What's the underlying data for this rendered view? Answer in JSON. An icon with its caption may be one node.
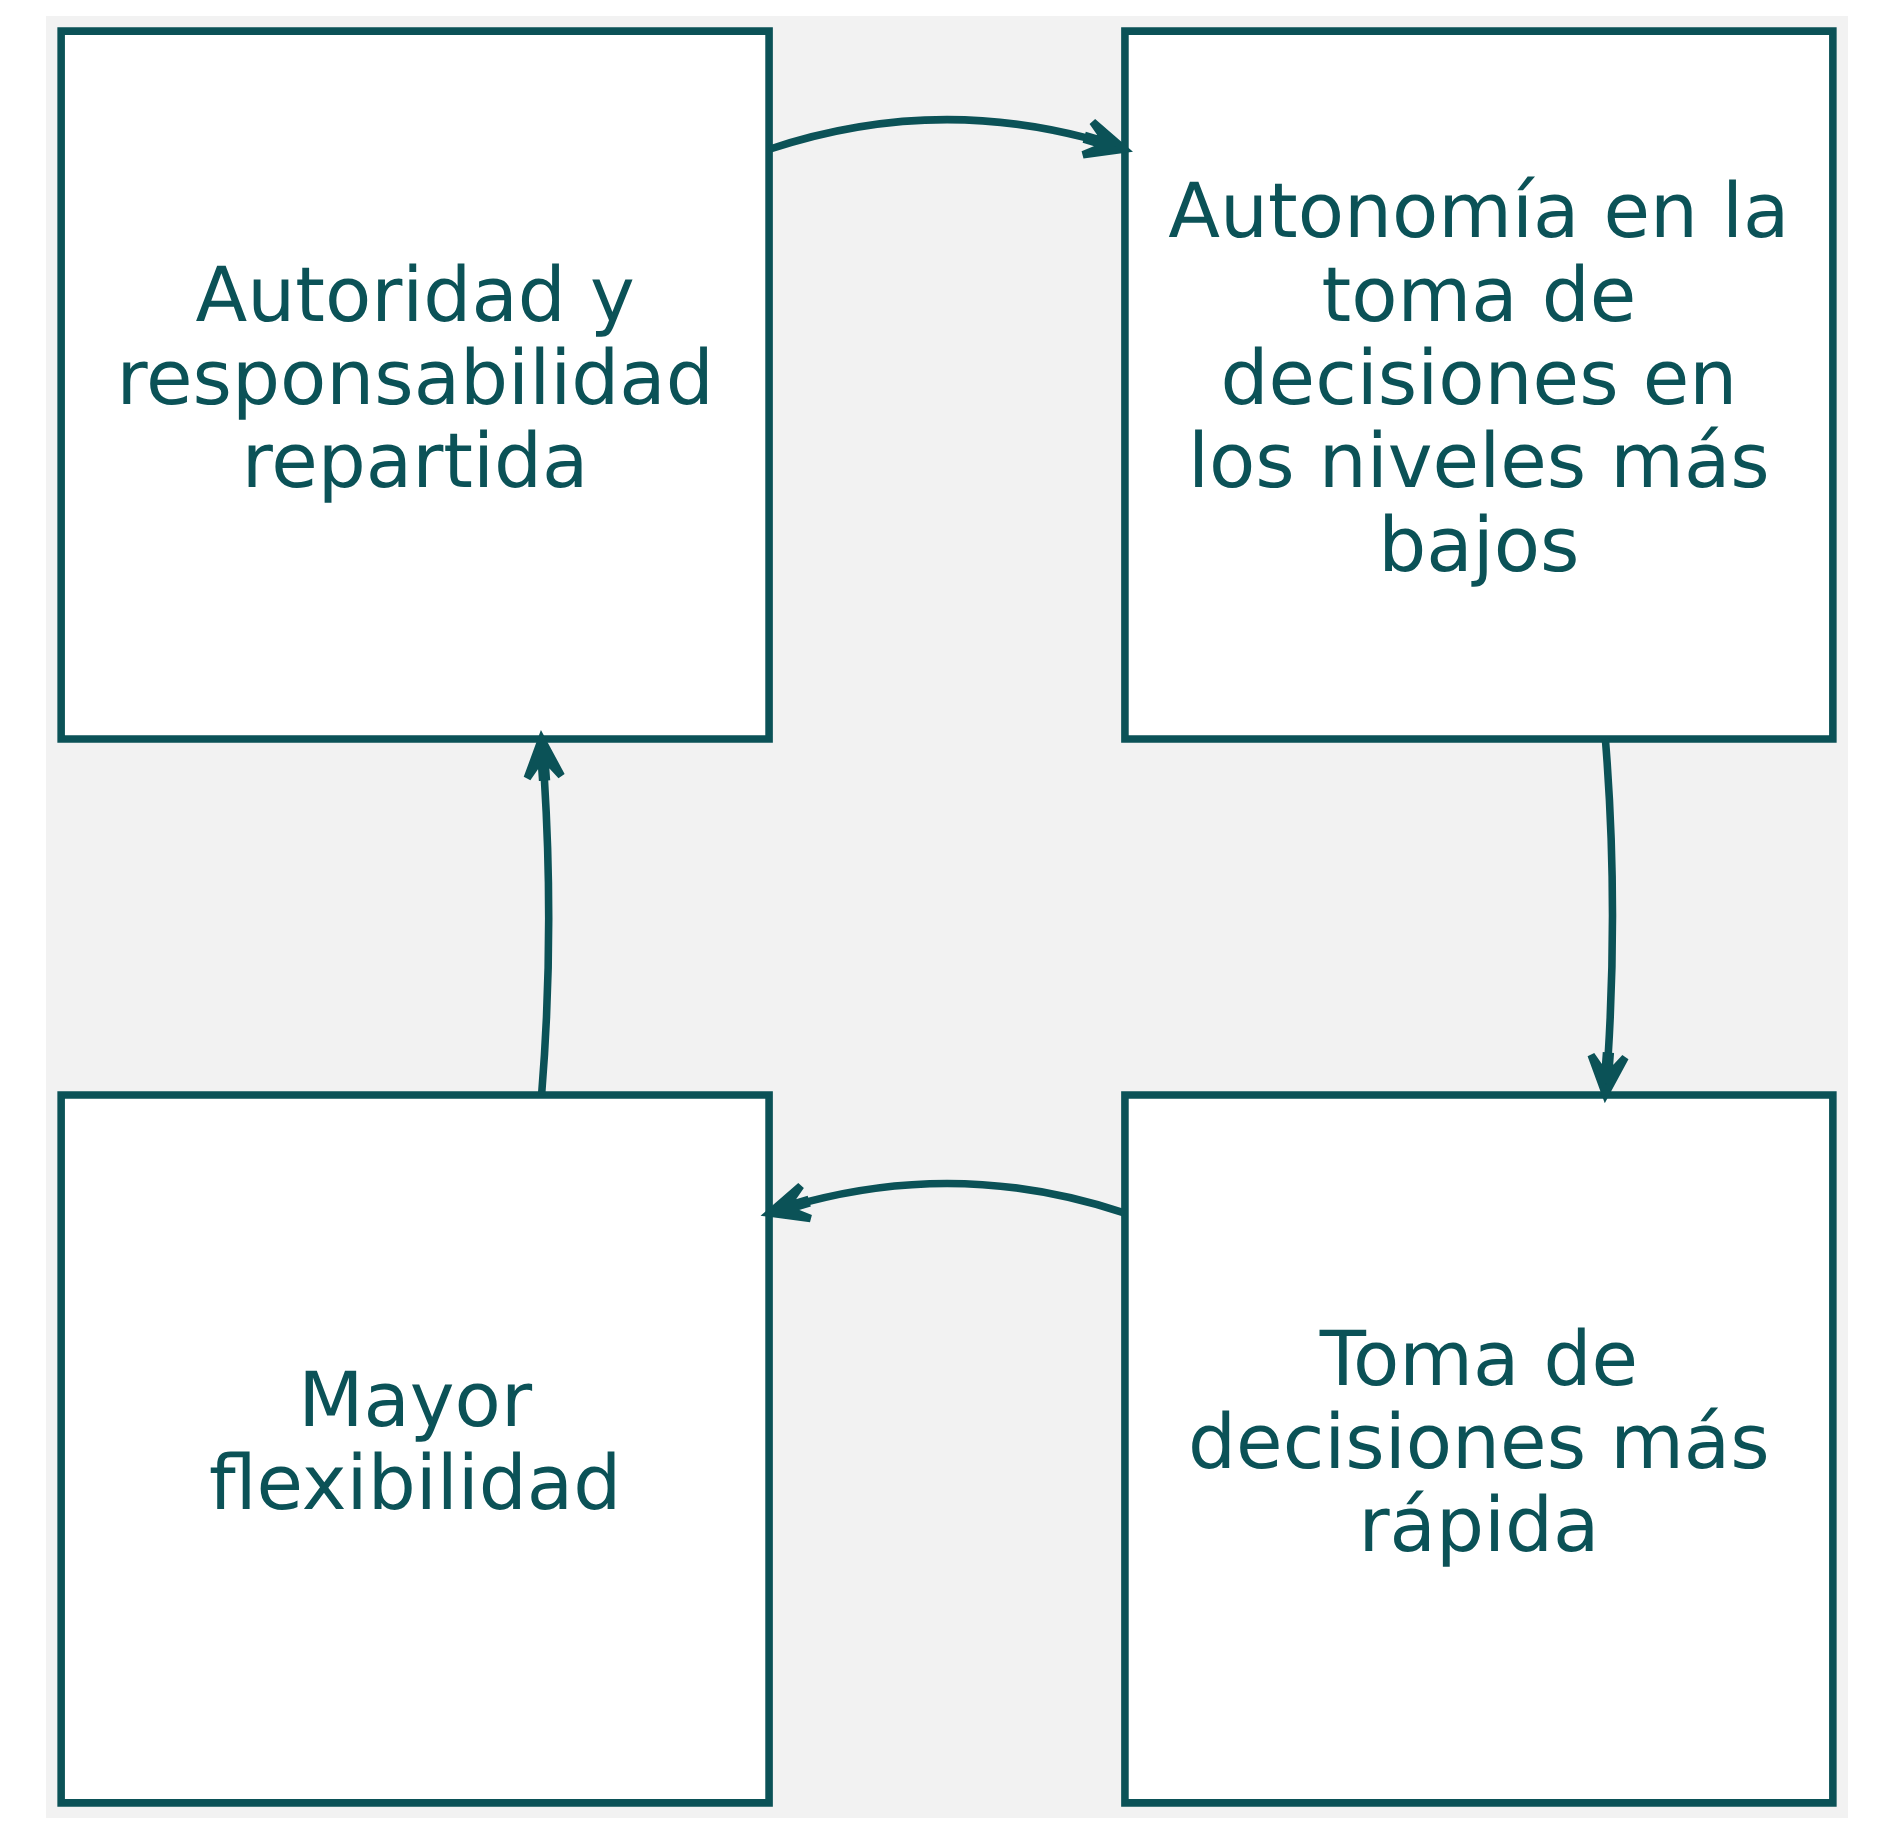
{
  "diagram": {
    "nodes": [
      {
        "text": [
          "Autoridad y responsabilidad repartida"
        ]
      },
      {
        "text": [
          "Autonomía en la toma de decisiones en los niveles más bajos"
        ]
      },
      {
        "text": [
          "Toma de decisiones más rápida"
        ]
      },
      {
        "text": [
          "Mayor flexibilidad"
        ]
      }
    ],
    "edges": [
      {
        "from": 0,
        "to": 1,
        "arrow": "to"
      },
      {
        "from": 1,
        "to": 2,
        "arrow": "to"
      },
      {
        "from": 2,
        "to": 3,
        "arrow": "to"
      },
      {
        "from": 3,
        "to": 0,
        "arrow": "to"
      }
    ]
  }
}
